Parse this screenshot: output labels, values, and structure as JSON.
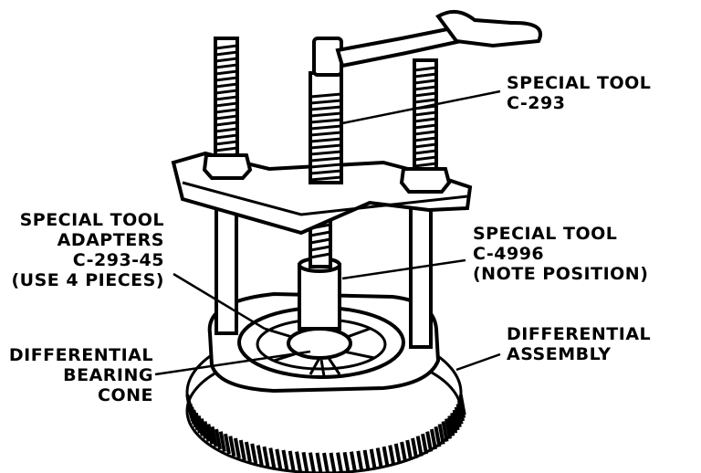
{
  "labels": {
    "c293": {
      "line1": "SPECIAL TOOL",
      "line2": "C-293"
    },
    "adapters": {
      "line1": "SPECIAL TOOL",
      "line2": "ADAPTERS",
      "line3": "C-293-45",
      "line4": "(USE 4 PIECES)"
    },
    "c4996": {
      "line1": "SPECIAL TOOL",
      "line2": "C-4996",
      "line3": "(NOTE POSITION)"
    },
    "bearing_cone": {
      "line1": "DIFFERENTIAL",
      "line2": "BEARING",
      "line3": "CONE"
    },
    "diff_assembly": {
      "line1": "DIFFERENTIAL",
      "line2": "ASSEMBLY"
    }
  }
}
